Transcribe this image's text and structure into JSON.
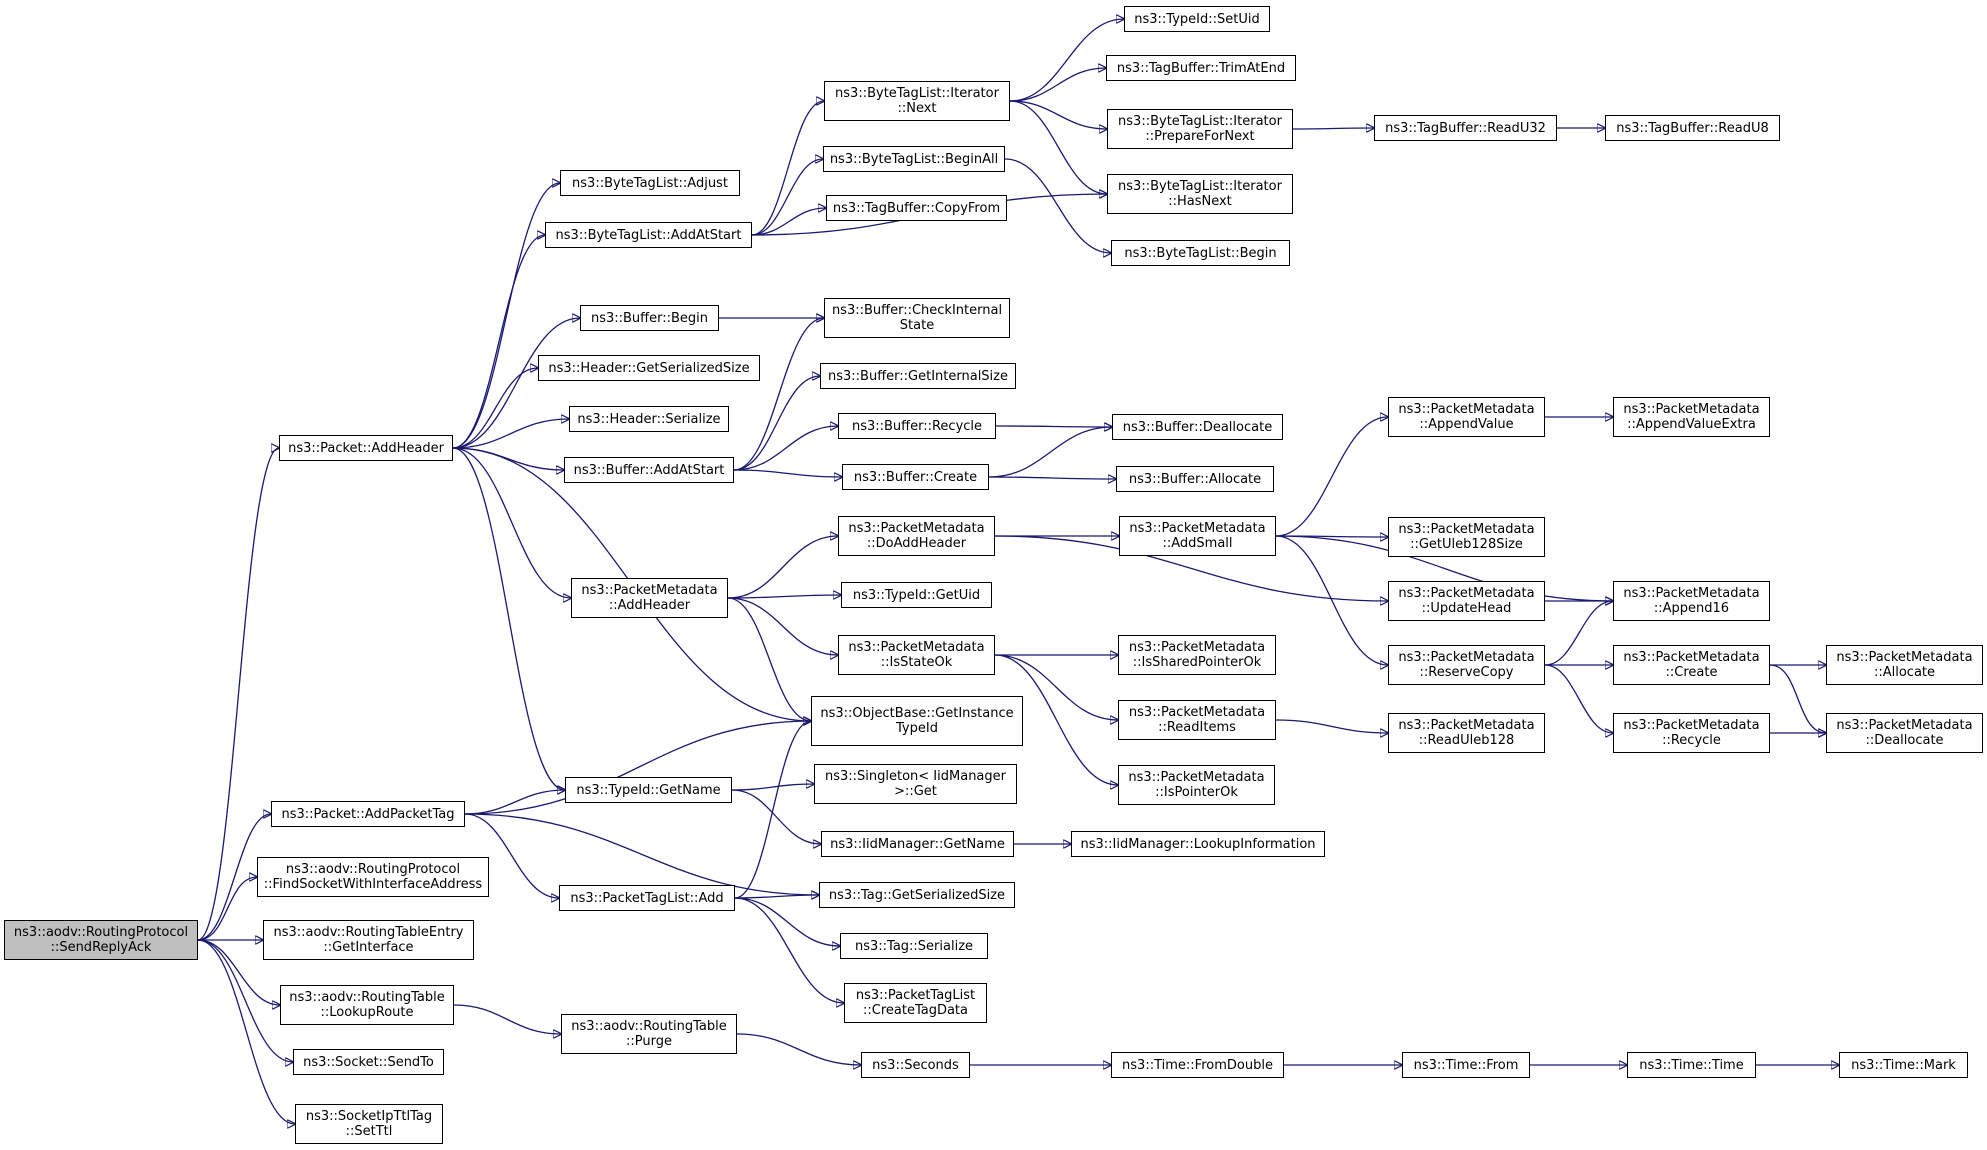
{
  "colors": {
    "edge": "#191970",
    "node_fill": "#ffffff",
    "root_fill": "#bfbfbf",
    "node_border": "#000000"
  },
  "nodes": [
    {
      "id": "sendreplyack",
      "lines": [
        "ns3::aodv::RoutingProtocol",
        "::SendReplyAck"
      ],
      "root": true
    },
    {
      "id": "packet-addheader",
      "lines": [
        "ns3::Packet::AddHeader"
      ]
    },
    {
      "id": "packet-addpackettag",
      "lines": [
        "ns3::Packet::AddPacketTag"
      ]
    },
    {
      "id": "findsocket",
      "lines": [
        "ns3::aodv::RoutingProtocol",
        "::FindSocketWithInterfaceAddress"
      ]
    },
    {
      "id": "rte-getinterface",
      "lines": [
        "ns3::aodv::RoutingTableEntry",
        "::GetInterface"
      ]
    },
    {
      "id": "rt-lookuproute",
      "lines": [
        "ns3::aodv::RoutingTable",
        "::LookupRoute"
      ]
    },
    {
      "id": "socket-sendto",
      "lines": [
        "ns3::Socket::SendTo"
      ]
    },
    {
      "id": "ipttl-setttl",
      "lines": [
        "ns3::SocketIpTtlTag",
        "::SetTtl"
      ]
    },
    {
      "id": "btl-adjust",
      "lines": [
        "ns3::ByteTagList::Adjust"
      ]
    },
    {
      "id": "btl-addatstart",
      "lines": [
        "ns3::ByteTagList::AddAtStart"
      ]
    },
    {
      "id": "buffer-begin",
      "lines": [
        "ns3::Buffer::Begin"
      ]
    },
    {
      "id": "header-getserializedsize",
      "lines": [
        "ns3::Header::GetSerializedSize"
      ]
    },
    {
      "id": "header-serialize",
      "lines": [
        "ns3::Header::Serialize"
      ]
    },
    {
      "id": "buffer-addatstart",
      "lines": [
        "ns3::Buffer::AddAtStart"
      ]
    },
    {
      "id": "pm-addheader",
      "lines": [
        "ns3::PacketMetadata",
        "::AddHeader"
      ]
    },
    {
      "id": "typeid-getname",
      "lines": [
        "ns3::TypeId::GetName"
      ]
    },
    {
      "id": "ptl-add",
      "lines": [
        "ns3::PacketTagList::Add"
      ]
    },
    {
      "id": "rt-purge",
      "lines": [
        "ns3::aodv::RoutingTable",
        "::Purge"
      ]
    },
    {
      "id": "btl-iter-next",
      "lines": [
        "ns3::ByteTagList::Iterator",
        "::Next"
      ]
    },
    {
      "id": "btl-beginall",
      "lines": [
        "ns3::ByteTagList::BeginAll"
      ]
    },
    {
      "id": "tagbuffer-copyfrom",
      "lines": [
        "ns3::TagBuffer::CopyFrom"
      ]
    },
    {
      "id": "buffer-checkinternalstate",
      "lines": [
        "ns3::Buffer::CheckInternal",
        "State"
      ]
    },
    {
      "id": "buffer-getinternalsize",
      "lines": [
        "ns3::Buffer::GetInternalSize"
      ]
    },
    {
      "id": "buffer-recycle",
      "lines": [
        "ns3::Buffer::Recycle"
      ]
    },
    {
      "id": "buffer-create",
      "lines": [
        "ns3::Buffer::Create"
      ]
    },
    {
      "id": "pm-doaddheader",
      "lines": [
        "ns3::PacketMetadata",
        "::DoAddHeader"
      ]
    },
    {
      "id": "typeid-getuid",
      "lines": [
        "ns3::TypeId::GetUid"
      ]
    },
    {
      "id": "pm-isstateok",
      "lines": [
        "ns3::PacketMetadata",
        "::IsStateOk"
      ]
    },
    {
      "id": "objectbase-getinstancetypeid",
      "lines": [
        "ns3::ObjectBase::GetInstance",
        "TypeId"
      ]
    },
    {
      "id": "singleton-get",
      "lines": [
        "ns3::Singleton< IidManager",
        ">::Get"
      ]
    },
    {
      "id": "iidmanager-getname",
      "lines": [
        "ns3::IidManager::GetName"
      ]
    },
    {
      "id": "tag-getserializedsize",
      "lines": [
        "ns3::Tag::GetSerializedSize"
      ]
    },
    {
      "id": "tag-serialize",
      "lines": [
        "ns3::Tag::Serialize"
      ]
    },
    {
      "id": "ptl-createtagdata",
      "lines": [
        "ns3::PacketTagList",
        "::CreateTagData"
      ]
    },
    {
      "id": "seconds",
      "lines": [
        "ns3::Seconds"
      ]
    },
    {
      "id": "typeid-setuid",
      "lines": [
        "ns3::TypeId::SetUid"
      ]
    },
    {
      "id": "tagbuffer-trimatend",
      "lines": [
        "ns3::TagBuffer::TrimAtEnd"
      ]
    },
    {
      "id": "btl-iter-prepare",
      "lines": [
        "ns3::ByteTagList::Iterator",
        "::PrepareForNext"
      ]
    },
    {
      "id": "btl-iter-hasnext",
      "lines": [
        "ns3::ByteTagList::Iterator",
        "::HasNext"
      ]
    },
    {
      "id": "btl-begin",
      "lines": [
        "ns3::ByteTagList::Begin"
      ]
    },
    {
      "id": "buffer-deallocate",
      "lines": [
        "ns3::Buffer::Deallocate"
      ]
    },
    {
      "id": "buffer-allocate",
      "lines": [
        "ns3::Buffer::Allocate"
      ]
    },
    {
      "id": "pm-addsmall",
      "lines": [
        "ns3::PacketMetadata",
        "::AddSmall"
      ]
    },
    {
      "id": "pm-issharedpointerok",
      "lines": [
        "ns3::PacketMetadata",
        "::IsSharedPointerOk"
      ]
    },
    {
      "id": "pm-readitems",
      "lines": [
        "ns3::PacketMetadata",
        "::ReadItems"
      ]
    },
    {
      "id": "pm-ispointerok",
      "lines": [
        "ns3::PacketMetadata",
        "::IsPointerOk"
      ]
    },
    {
      "id": "iid-lookupinformation",
      "lines": [
        "ns3::IidManager::LookupInformation"
      ]
    },
    {
      "id": "time-fromdouble",
      "lines": [
        "ns3::Time::FromDouble"
      ]
    },
    {
      "id": "tagbuffer-readu32",
      "lines": [
        "ns3::TagBuffer::ReadU32"
      ]
    },
    {
      "id": "pm-appendvalue",
      "lines": [
        "ns3::PacketMetadata",
        "::AppendValue"
      ]
    },
    {
      "id": "pm-getuleb128size",
      "lines": [
        "ns3::PacketMetadata",
        "::GetUleb128Size"
      ]
    },
    {
      "id": "pm-updatehead",
      "lines": [
        "ns3::PacketMetadata",
        "::UpdateHead"
      ]
    },
    {
      "id": "pm-reservecopy",
      "lines": [
        "ns3::PacketMetadata",
        "::ReserveCopy"
      ]
    },
    {
      "id": "pm-readuleb128",
      "lines": [
        "ns3::PacketMetadata",
        "::ReadUleb128"
      ]
    },
    {
      "id": "time-from",
      "lines": [
        "ns3::Time::From"
      ]
    },
    {
      "id": "tagbuffer-readu8",
      "lines": [
        "ns3::TagBuffer::ReadU8"
      ]
    },
    {
      "id": "pm-appendvalueextra",
      "lines": [
        "ns3::PacketMetadata",
        "::AppendValueExtra"
      ]
    },
    {
      "id": "pm-append16",
      "lines": [
        "ns3::PacketMetadata",
        "::Append16"
      ]
    },
    {
      "id": "pm-create",
      "lines": [
        "ns3::PacketMetadata",
        "::Create"
      ]
    },
    {
      "id": "pm-recycle",
      "lines": [
        "ns3::PacketMetadata",
        "::Recycle"
      ]
    },
    {
      "id": "time-time",
      "lines": [
        "ns3::Time::Time"
      ]
    },
    {
      "id": "pm-allocate",
      "lines": [
        "ns3::PacketMetadata",
        "::Allocate"
      ]
    },
    {
      "id": "pm-deallocate",
      "lines": [
        "ns3::PacketMetadata",
        "::Deallocate"
      ]
    },
    {
      "id": "time-mark",
      "lines": [
        "ns3::Time::Mark"
      ]
    }
  ],
  "edges": [
    [
      "sendreplyack",
      "packet-addheader"
    ],
    [
      "sendreplyack",
      "packet-addpackettag"
    ],
    [
      "sendreplyack",
      "findsocket"
    ],
    [
      "sendreplyack",
      "rte-getinterface"
    ],
    [
      "sendreplyack",
      "rt-lookuproute"
    ],
    [
      "sendreplyack",
      "socket-sendto"
    ],
    [
      "sendreplyack",
      "ipttl-setttl"
    ],
    [
      "packet-addheader",
      "btl-adjust"
    ],
    [
      "packet-addheader",
      "btl-addatstart"
    ],
    [
      "packet-addheader",
      "buffer-begin"
    ],
    [
      "packet-addheader",
      "header-getserializedsize"
    ],
    [
      "packet-addheader",
      "header-serialize"
    ],
    [
      "packet-addheader",
      "buffer-addatstart"
    ],
    [
      "packet-addheader",
      "pm-addheader"
    ],
    [
      "packet-addheader",
      "objectbase-getinstancetypeid"
    ],
    [
      "packet-addheader",
      "typeid-getname"
    ],
    [
      "packet-addpackettag",
      "objectbase-getinstancetypeid"
    ],
    [
      "packet-addpackettag",
      "typeid-getname"
    ],
    [
      "packet-addpackettag",
      "tag-getserializedsize"
    ],
    [
      "packet-addpackettag",
      "ptl-add"
    ],
    [
      "rt-lookuproute",
      "rt-purge"
    ],
    [
      "btl-addatstart",
      "btl-iter-next"
    ],
    [
      "btl-addatstart",
      "btl-beginall"
    ],
    [
      "btl-addatstart",
      "tagbuffer-copyfrom"
    ],
    [
      "btl-addatstart",
      "btl-iter-hasnext"
    ],
    [
      "buffer-begin",
      "buffer-checkinternalstate"
    ],
    [
      "buffer-addatstart",
      "buffer-checkinternalstate"
    ],
    [
      "buffer-addatstart",
      "buffer-getinternalsize"
    ],
    [
      "buffer-addatstart",
      "buffer-recycle"
    ],
    [
      "buffer-addatstart",
      "buffer-create"
    ],
    [
      "pm-addheader",
      "pm-doaddheader"
    ],
    [
      "pm-addheader",
      "typeid-getuid"
    ],
    [
      "pm-addheader",
      "pm-isstateok"
    ],
    [
      "pm-addheader",
      "objectbase-getinstancetypeid"
    ],
    [
      "typeid-getname",
      "singleton-get"
    ],
    [
      "typeid-getname",
      "iidmanager-getname"
    ],
    [
      "ptl-add",
      "objectbase-getinstancetypeid"
    ],
    [
      "ptl-add",
      "tag-getserializedsize"
    ],
    [
      "ptl-add",
      "tag-serialize"
    ],
    [
      "ptl-add",
      "ptl-createtagdata"
    ],
    [
      "rt-purge",
      "seconds"
    ],
    [
      "btl-iter-next",
      "typeid-setuid"
    ],
    [
      "btl-iter-next",
      "tagbuffer-trimatend"
    ],
    [
      "btl-iter-next",
      "btl-iter-prepare"
    ],
    [
      "btl-iter-next",
      "btl-iter-hasnext"
    ],
    [
      "btl-beginall",
      "btl-begin"
    ],
    [
      "buffer-recycle",
      "buffer-deallocate"
    ],
    [
      "buffer-create",
      "buffer-deallocate"
    ],
    [
      "buffer-create",
      "buffer-allocate"
    ],
    [
      "pm-doaddheader",
      "pm-addsmall"
    ],
    [
      "pm-doaddheader",
      "pm-updatehead"
    ],
    [
      "pm-isstateok",
      "pm-issharedpointerok"
    ],
    [
      "pm-isstateok",
      "pm-readitems"
    ],
    [
      "pm-isstateok",
      "pm-ispointerok"
    ],
    [
      "iidmanager-getname",
      "iid-lookupinformation"
    ],
    [
      "seconds",
      "time-fromdouble"
    ],
    [
      "btl-iter-prepare",
      "tagbuffer-readu32"
    ],
    [
      "pm-addsmall",
      "pm-appendvalue"
    ],
    [
      "pm-addsmall",
      "pm-getuleb128size"
    ],
    [
      "pm-addsmall",
      "pm-append16"
    ],
    [
      "pm-addsmall",
      "pm-reservecopy"
    ],
    [
      "pm-updatehead",
      "pm-append16"
    ],
    [
      "pm-readitems",
      "pm-readuleb128"
    ],
    [
      "time-fromdouble",
      "time-from"
    ],
    [
      "tagbuffer-readu32",
      "tagbuffer-readu8"
    ],
    [
      "pm-appendvalue",
      "pm-appendvalueextra"
    ],
    [
      "pm-reservecopy",
      "pm-append16"
    ],
    [
      "pm-reservecopy",
      "pm-create"
    ],
    [
      "pm-reservecopy",
      "pm-recycle"
    ],
    [
      "time-from",
      "time-time"
    ],
    [
      "pm-create",
      "pm-allocate"
    ],
    [
      "pm-create",
      "pm-deallocate"
    ],
    [
      "pm-recycle",
      "pm-deallocate"
    ],
    [
      "time-time",
      "time-mark"
    ]
  ]
}
